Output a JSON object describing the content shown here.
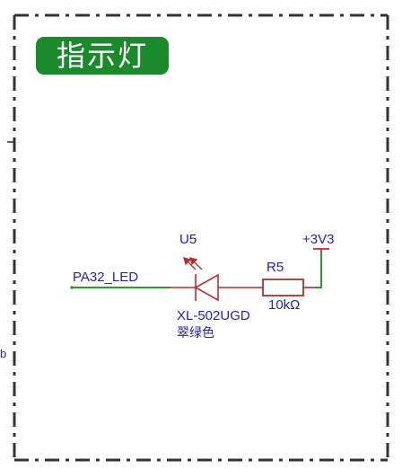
{
  "title": "指示灯",
  "net_label": "PA32_LED",
  "led": {
    "designator": "U5",
    "part": "XL-502UGD",
    "color_desc": "翠绿色"
  },
  "resistor": {
    "designator": "R5",
    "value": "10kΩ"
  },
  "power": "+3V3",
  "edge_mark": "b",
  "colors": {
    "wire": "#2e9a2e",
    "component": "#b03030",
    "label": "#2222bb",
    "badge": "#1a8a2c",
    "frame": "#333333"
  }
}
